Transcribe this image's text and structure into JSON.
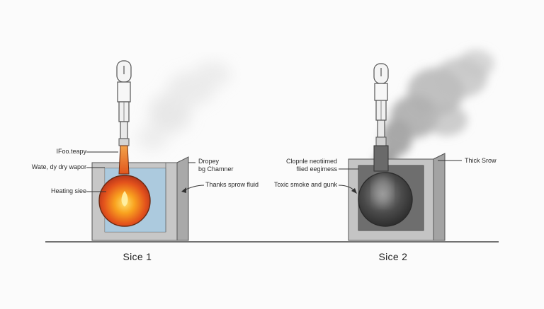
{
  "left": {
    "caption": "Sice 1",
    "labels": {
      "top": "IFoo.teapy",
      "vapor": "Wate, dy dry wapor",
      "heating": "Heating siee",
      "chamber_line1": "Dropey",
      "chamber_line2": "bg Chamner",
      "fluid": "Thanks sprow fluid"
    }
  },
  "right": {
    "caption": "Sice 2",
    "labels": {
      "residue_line1": "Clopnle neotiimed",
      "residue_line2": "flied eegimess",
      "smoke": "Toxic smoke and gunk",
      "thick": "Thick Srow"
    }
  },
  "colors": {
    "outline": "#555555",
    "chamber": "#c9c9c9",
    "water": "#9cc4df",
    "flame_outer": "#e24a1b",
    "flame_inner": "#ffd54a",
    "smoke": "#a9a9a9",
    "dark_chamber": "#6e6e6e",
    "dark_bulb": "#3d3d3d"
  }
}
